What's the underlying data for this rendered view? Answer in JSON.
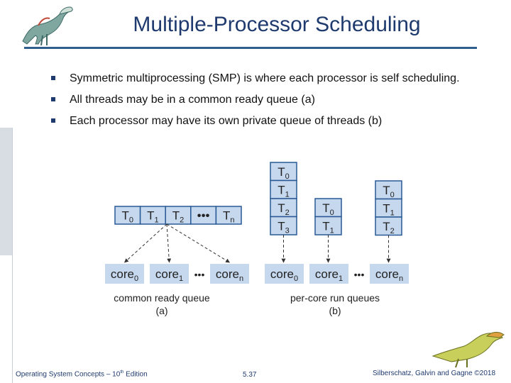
{
  "title": "Multiple-Processor Scheduling",
  "bullets": [
    "Symmetric multiprocessing (SMP) is where each processor is self scheduling.",
    "All threads may be in a common ready queue (a)",
    "Each processor may have its own private queue of threads (b)"
  ],
  "figure": {
    "common_queue_cells": [
      {
        "base": "T",
        "sub": "0"
      },
      {
        "base": "T",
        "sub": "1"
      },
      {
        "base": "T",
        "sub": "2"
      },
      {
        "base": "•••",
        "sub": ""
      },
      {
        "base": "T",
        "sub": "n"
      }
    ],
    "left_cores": [
      {
        "base": "core",
        "sub": "0"
      },
      {
        "base": "core",
        "sub": "1"
      },
      {
        "base": "core",
        "sub": "n"
      }
    ],
    "left_ellipsis": "•••",
    "left_label": "common ready queue",
    "left_sublabel": "(a)",
    "right_queues": [
      [
        {
          "base": "T",
          "sub": "0"
        },
        {
          "base": "T",
          "sub": "1"
        },
        {
          "base": "T",
          "sub": "2"
        },
        {
          "base": "T",
          "sub": "3"
        }
      ],
      [
        {
          "base": "T",
          "sub": "0"
        },
        {
          "base": "T",
          "sub": "1"
        }
      ],
      [
        {
          "base": "T",
          "sub": "0"
        },
        {
          "base": "T",
          "sub": "1"
        },
        {
          "base": "T",
          "sub": "2"
        }
      ]
    ],
    "right_cores": [
      {
        "base": "core",
        "sub": "0"
      },
      {
        "base": "core",
        "sub": "1"
      },
      {
        "base": "core",
        "sub": "n"
      }
    ],
    "right_ellipsis": "•••",
    "right_label": "per-core run queues",
    "right_sublabel": "(b)",
    "colors": {
      "cell_fill": "#c6d8ee",
      "cell_stroke": "#2a5a95",
      "text": "#222222",
      "arrow": "#333333"
    }
  },
  "footer": {
    "left_text": "Operating System Concepts – 10",
    "left_sup": "th",
    "left_suffix": " Edition",
    "page": "5.37",
    "copyright": "Silberschatz, Galvin and Gagne ©2018"
  },
  "icons": {
    "top_left": "dinosaur-icon",
    "bottom_right": "dinosaur-icon"
  }
}
